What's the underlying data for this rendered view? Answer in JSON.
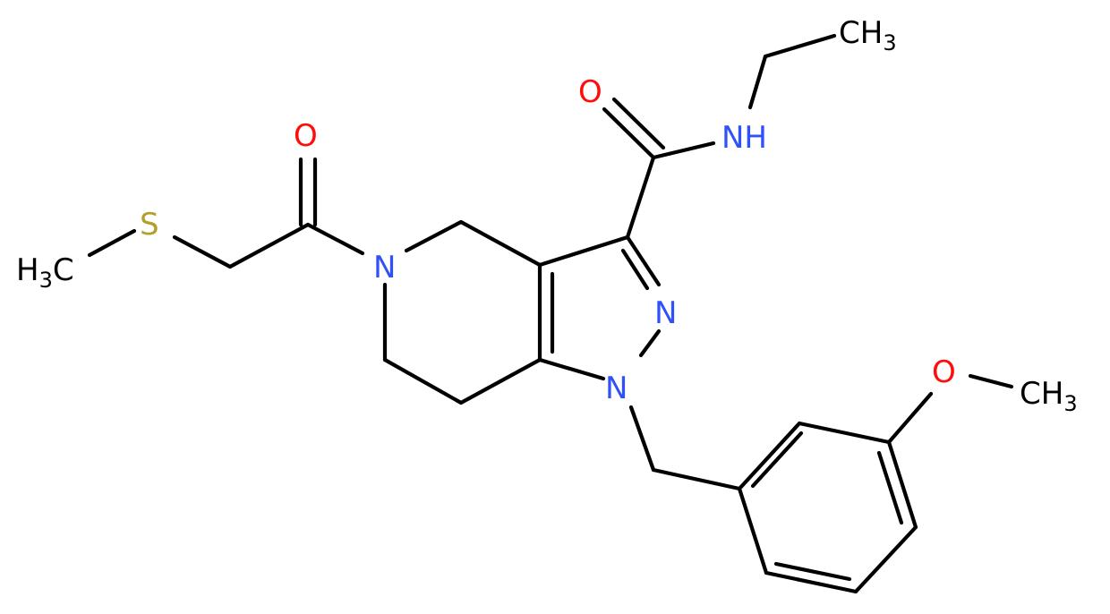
{
  "colors": {
    "carbon": "#000000",
    "nitrogen": "#3050F8",
    "oxygen": "#FF0D0D",
    "sulfur": "#B2A02A"
  },
  "atoms": {
    "methyl_s": {
      "main": "H",
      "sub": "3",
      "tail": "C"
    },
    "sulfur": "S",
    "acyl_oxygen": "O",
    "ring_nitrogen": "N",
    "amide_oxygen": "O",
    "amide_nh": "NH",
    "ethyl_ch3": {
      "main": "CH",
      "sub": "3"
    },
    "pyrazole_n2": "N",
    "pyrazole_n1": "N",
    "methoxy_oxygen": "O",
    "methoxy_ch3": {
      "main": "CH",
      "sub": "3"
    }
  }
}
